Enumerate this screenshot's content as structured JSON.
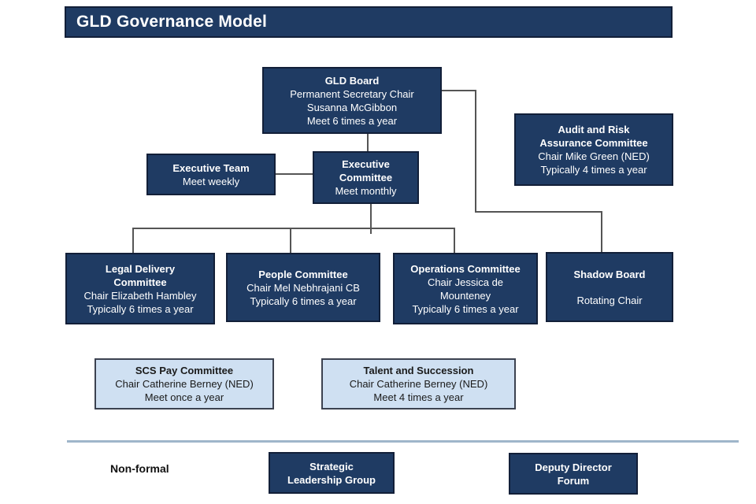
{
  "title": "GLD Governance Model",
  "colors": {
    "navy_fill": "#1f3b63",
    "navy_border": "#121f38",
    "light_blue_fill": "#cfe0f2",
    "light_blue_border": "#3c4250",
    "connector": "#555555",
    "divider": "#9fb6ca",
    "text_on_navy": "#ffffff",
    "text_on_light": "#1a1a1a"
  },
  "nodes": {
    "gld_board": {
      "lines": [
        "GLD Board",
        "Permanent Secretary Chair",
        "Susanna McGibbon",
        "Meet 6 times a year"
      ]
    },
    "audit_risk": {
      "lines": [
        "Audit and Risk",
        "Assurance Committee",
        "Chair Mike Green (NED)",
        "Typically 4 times a year"
      ]
    },
    "exec_team": {
      "lines": [
        "Executive Team",
        "Meet weekly"
      ]
    },
    "exec_committee": {
      "lines": [
        "Executive",
        "Committee",
        "Meet monthly"
      ]
    },
    "legal_delivery": {
      "lines": [
        "Legal Delivery",
        "Committee",
        "Chair Elizabeth Hambley",
        "Typically 6 times a year"
      ]
    },
    "people": {
      "lines": [
        "People Committee",
        "Chair Mel Nebhrajani CB",
        "Typically 6 times a year"
      ]
    },
    "operations": {
      "lines": [
        "Operations Committee",
        "Chair Jessica de",
        "Mounteney",
        "Typically 6 times a year"
      ]
    },
    "shadow_board": {
      "lines": [
        "Shadow Board",
        "Rotating Chair"
      ]
    },
    "scs_pay": {
      "lines": [
        "SCS Pay Committee",
        "Chair Catherine Berney (NED)",
        "Meet once a year"
      ]
    },
    "talent": {
      "lines": [
        "Talent and Succession",
        "Chair Catherine Berney (NED)",
        "Meet 4 times a year"
      ]
    },
    "slg": {
      "lines": [
        "Strategic",
        "Leadership Group"
      ]
    },
    "ddf": {
      "lines": [
        "Deputy Director",
        "Forum"
      ]
    }
  },
  "labels": {
    "non_formal": "Non-formal"
  }
}
